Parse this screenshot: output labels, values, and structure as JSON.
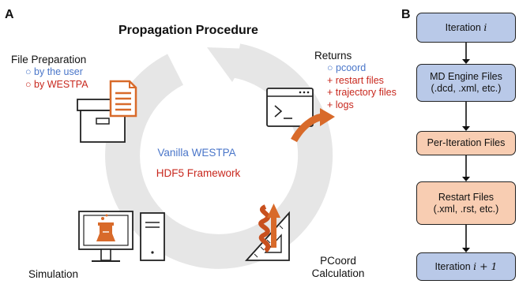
{
  "panel_a": {
    "letter": "A",
    "title": "Propagation Procedure",
    "file_preparation": {
      "heading": "File Preparation",
      "items": [
        "○ by the user",
        "○ by WESTPA"
      ]
    },
    "returns": {
      "heading": "Returns",
      "items": [
        "○ pcoord",
        "+ restart files",
        "+ trajectory files",
        "+ logs"
      ]
    },
    "center": {
      "vanilla": "Vanilla WESTPA",
      "hdf5": "HDF5 Framework"
    },
    "simulation": "Simulation",
    "pcoord_calc": [
      "PCoord",
      "Calculation"
    ],
    "terminal_prompt": ">_"
  },
  "panel_b": {
    "letter": "B",
    "boxes": [
      {
        "label": "Iteration ",
        "var": "i",
        "style": "blue"
      },
      {
        "label": "MD Engine Files\n(.dcd, .xml, etc.)",
        "style": "blue"
      },
      {
        "label": "Per-Iteration Files",
        "style": "orange"
      },
      {
        "label": "Restart Files\n(.xml, .rst, etc.)",
        "style": "orange"
      },
      {
        "label": "Iteration ",
        "var": "i + 1",
        "style": "blue"
      }
    ]
  },
  "colors": {
    "blue_text": "#4a76c9",
    "red_text": "#c8281e",
    "box_blue": "#b9c9e8",
    "box_orange": "#f8cdb2",
    "cycle_arrow": "#e6e6e6",
    "icon_orange": "#d86a2a"
  }
}
